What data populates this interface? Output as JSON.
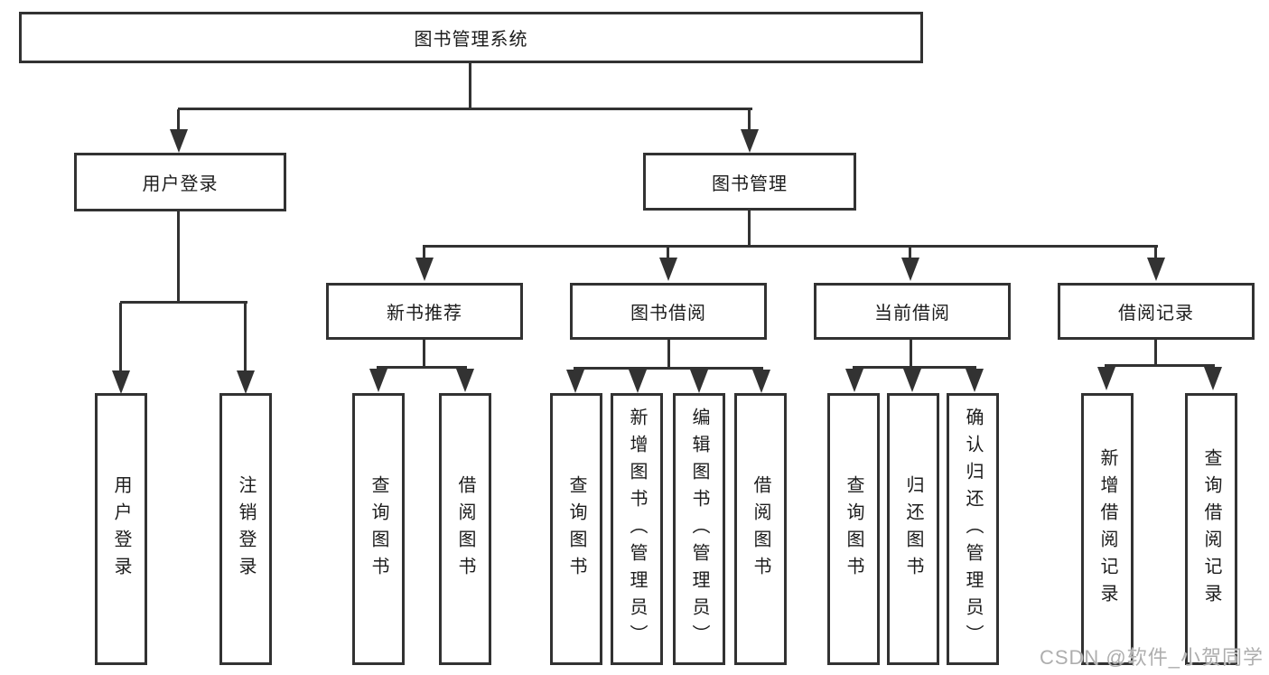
{
  "tree": {
    "root": "图书管理系统",
    "level2": [
      {
        "label": "用户登录",
        "children": [
          "用户登录",
          "注销登录"
        ]
      },
      {
        "label": "图书管理",
        "children": [
          {
            "label": "新书推荐",
            "children": [
              "查询图书",
              "借阅图书"
            ]
          },
          {
            "label": "图书借阅",
            "children": [
              "查询图书",
              "新增图书（管理员）",
              "编辑图书（管理员）",
              "借阅图书"
            ]
          },
          {
            "label": "当前借阅",
            "children": [
              "查询图书",
              "归还图书",
              "确认归还（管理员）"
            ]
          },
          {
            "label": "借阅记录",
            "children": [
              "新增借阅记录",
              "查询借阅记录"
            ]
          }
        ]
      }
    ]
  },
  "watermark": "CSDN @软件_小贺同学",
  "colors": {
    "line": "#323232",
    "text": "#1c1c1c",
    "box_background": "#ffffff",
    "watermark": "#aeaeae",
    "page_background": "#ffffff"
  }
}
